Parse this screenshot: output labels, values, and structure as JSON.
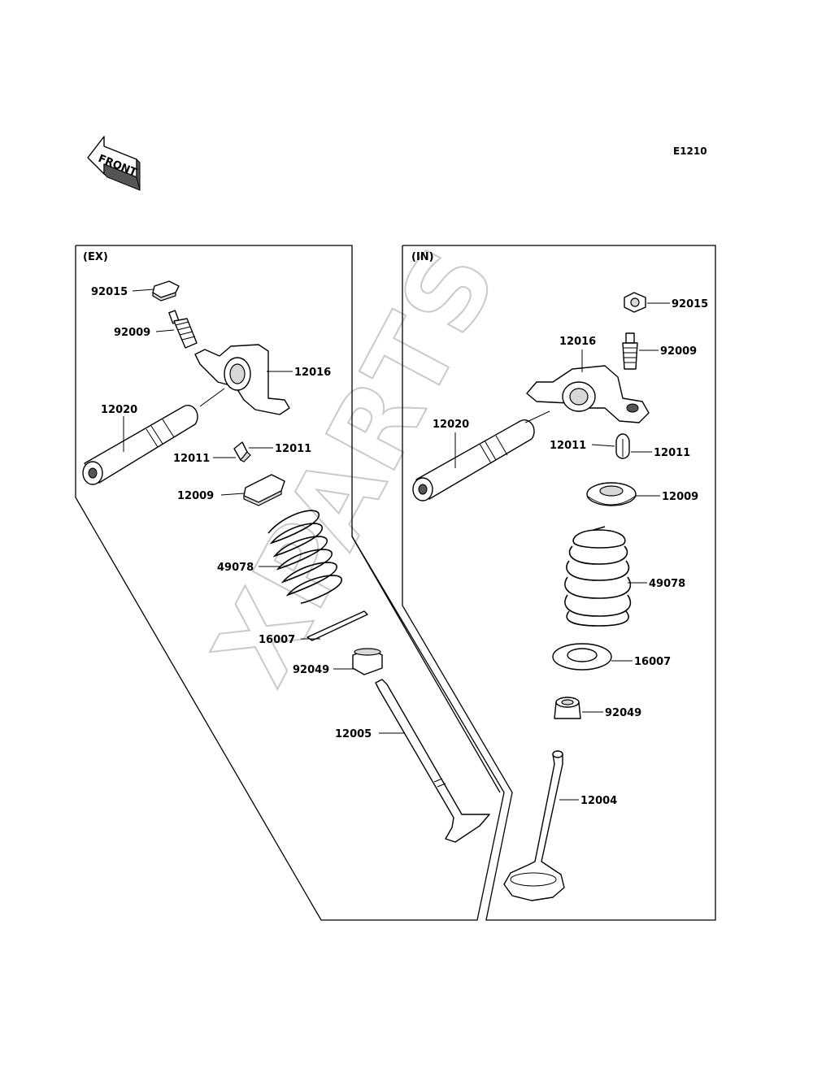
{
  "diagram_code": "E1210",
  "front_label": "FRONT",
  "watermark": "XPARTS",
  "sections": {
    "ex": {
      "label": "(EX)",
      "parts": [
        {
          "id": "92015",
          "label": "92015"
        },
        {
          "id": "92009",
          "label": "92009"
        },
        {
          "id": "12016",
          "label": "12016"
        },
        {
          "id": "12020",
          "label": "12020"
        },
        {
          "id": "12011a",
          "label": "12011"
        },
        {
          "id": "12011b",
          "label": "12011"
        },
        {
          "id": "12009",
          "label": "12009"
        },
        {
          "id": "49078",
          "label": "49078"
        },
        {
          "id": "16007",
          "label": "16007"
        },
        {
          "id": "92049",
          "label": "92049"
        },
        {
          "id": "12005",
          "label": "12005"
        }
      ]
    },
    "in": {
      "label": "(IN)",
      "parts": [
        {
          "id": "92015",
          "label": "92015"
        },
        {
          "id": "92009",
          "label": "92009"
        },
        {
          "id": "12016",
          "label": "12016"
        },
        {
          "id": "12020",
          "label": "12020"
        },
        {
          "id": "12011a",
          "label": "12011"
        },
        {
          "id": "12011b",
          "label": "12011"
        },
        {
          "id": "12009",
          "label": "12009"
        },
        {
          "id": "49078",
          "label": "49078"
        },
        {
          "id": "16007",
          "label": "16007"
        },
        {
          "id": "92049",
          "label": "92049"
        },
        {
          "id": "12004",
          "label": "12004"
        }
      ]
    }
  }
}
